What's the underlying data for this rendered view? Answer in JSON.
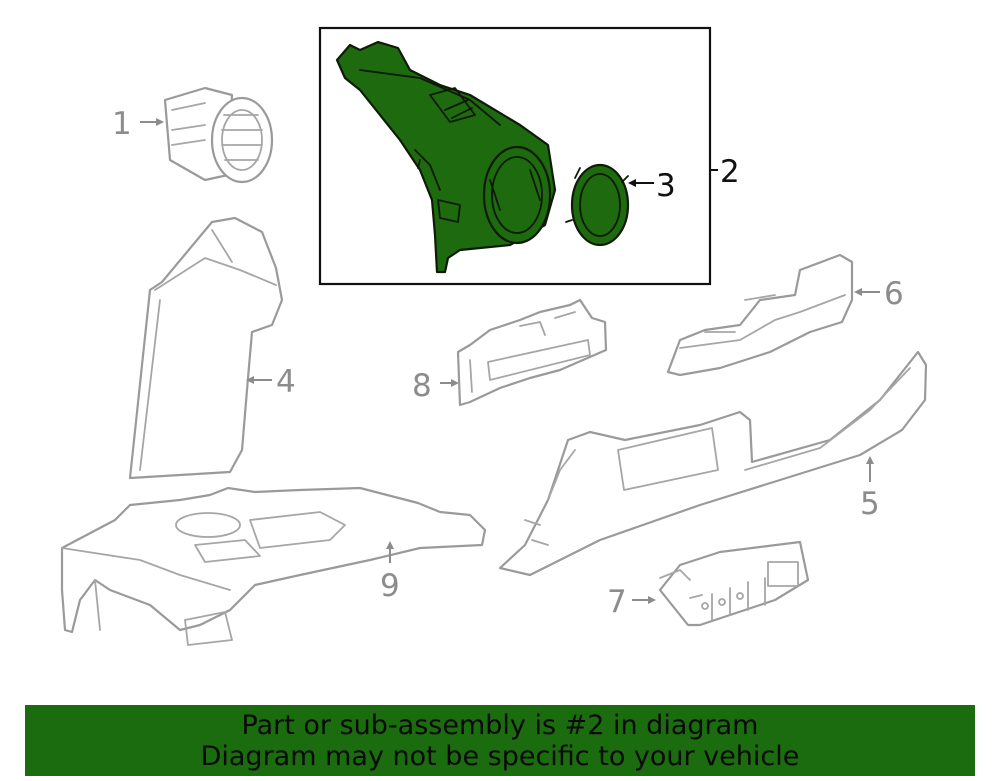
{
  "callouts": {
    "c1": "1",
    "c2": "2",
    "c3": "3",
    "c4": "4",
    "c5": "5",
    "c6": "6",
    "c7": "7",
    "c8": "8",
    "c9": "9"
  },
  "banner": {
    "line1": "Part or sub-assembly is #2 in diagram",
    "line2": "Diagram may not be specific to your vehicle"
  },
  "colors": {
    "highlight": "#1d6b0e",
    "banner": "#1a6c0e",
    "ghost_stroke": "#9a9a9a"
  }
}
